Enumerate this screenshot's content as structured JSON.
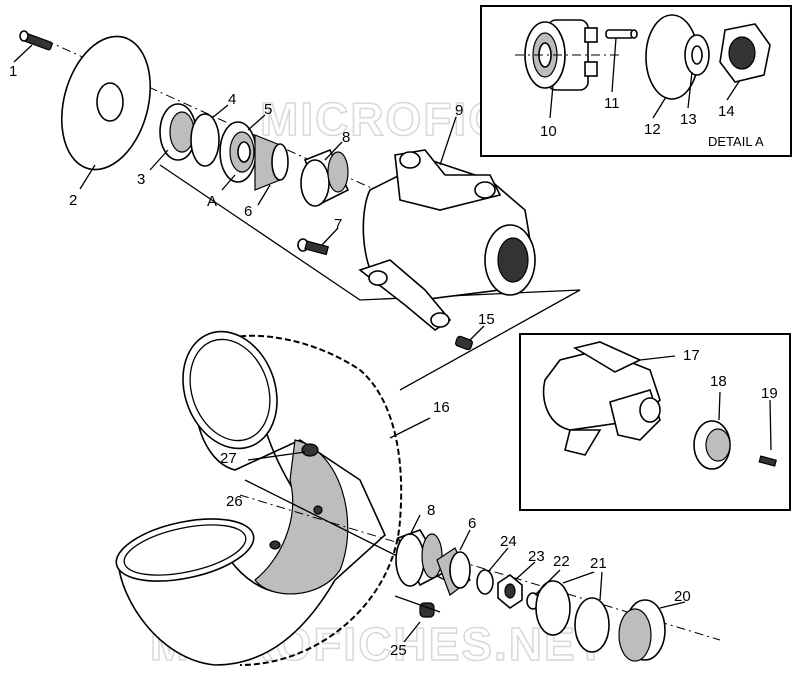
{
  "watermark": "MICROFICHES.NET",
  "detail": {
    "title": "DETAIL A"
  },
  "labels": {
    "p1": "1",
    "p2": "2",
    "p3": "3",
    "p4": "4",
    "p5": "5",
    "pA": "A",
    "p6a": "6",
    "p7": "7",
    "p8a": "8",
    "p9": "9",
    "p10": "10",
    "p11": "11",
    "p12": "12",
    "p13": "13",
    "p14": "14",
    "p15": "15",
    "p16": "16",
    "p17": "17",
    "p18": "18",
    "p19": "19",
    "p20": "20",
    "p21": "21",
    "p22": "22",
    "p23": "23",
    "p24": "24",
    "p25": "25",
    "p26": "26",
    "p27": "27",
    "p6b": "6",
    "p8b": "8"
  }
}
